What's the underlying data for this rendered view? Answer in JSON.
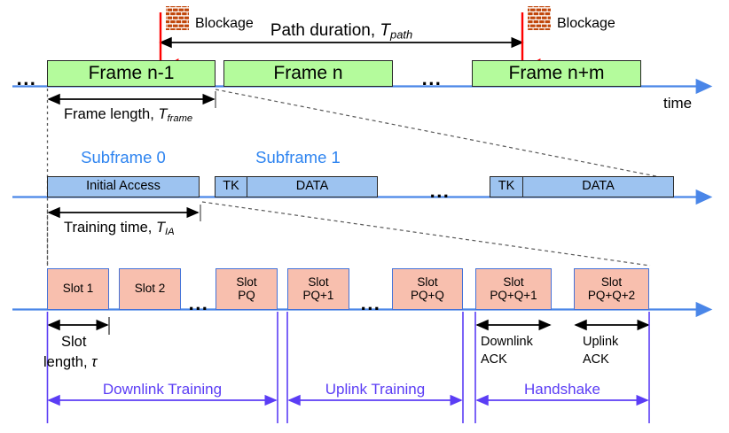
{
  "figure": {
    "title": "Frame / subframe / slot timing structure with blockage events",
    "colors": {
      "frame_fill": "#b4fb9c",
      "frame_border": "#262626",
      "subframe_fill": "#9dc3f0",
      "slot_fill": "#f8bfae",
      "slot_border": "#4472d8",
      "timeline_blue": "#4a86e8",
      "blockage_red": "#ff0000",
      "brick_orange": "#c1470b",
      "subframe_label_blue": "#2e84f0",
      "bracket_purple": "#5b3df5"
    }
  },
  "top_row": {
    "ellipsis_left": "...",
    "ellipsis_mid": "...",
    "axis_label": "time",
    "blockage_label_left": "Blockage",
    "blockage_label_right": "Blockage",
    "path_duration_label": "Path duration, ",
    "path_duration_symbol": "T",
    "path_duration_subscript": "path",
    "frame_length_label": "Frame length, ",
    "frame_length_symbol": "T",
    "frame_length_subscript": "frame",
    "frames": [
      {
        "label": "Frame n-1"
      },
      {
        "label": "Frame n"
      },
      {
        "label": "Frame n+m"
      }
    ]
  },
  "middle_row": {
    "subframe_labels": [
      {
        "label": "Subframe 0"
      },
      {
        "label": "Subframe 1"
      }
    ],
    "ellipsis_mid": "...",
    "boxes": [
      {
        "label": "Initial Access"
      },
      {
        "label": "TK"
      },
      {
        "label": "DATA"
      },
      {
        "label": "TK"
      },
      {
        "label": "DATA"
      }
    ],
    "training_time_label": "Training time, ",
    "training_time_symbol": "T",
    "training_time_subscript": "IA"
  },
  "bottom_row": {
    "ellipsis_1": "...",
    "ellipsis_2": "...",
    "ellipsis_3": "...",
    "slots": [
      {
        "line1": "Slot 1",
        "line2": ""
      },
      {
        "line1": "Slot 2",
        "line2": ""
      },
      {
        "line1": "Slot",
        "line2": "PQ"
      },
      {
        "line1": "Slot",
        "line2": "PQ+1"
      },
      {
        "line1": "Slot",
        "line2": "PQ+Q"
      },
      {
        "line1": "Slot",
        "line2": "PQ+Q+1"
      },
      {
        "line1": "Slot",
        "line2": "PQ+Q+2"
      }
    ],
    "slot_length_line1": "Slot",
    "slot_length_line2": "length, ",
    "slot_length_symbol": "τ",
    "downlink_ack_line1": "Downlink",
    "downlink_ack_line2": "ACK",
    "uplink_ack_line1": "Uplink",
    "uplink_ack_line2": "ACK",
    "phases": [
      {
        "label": "Downlink Training"
      },
      {
        "label": "Uplink Training"
      },
      {
        "label": "Handshake"
      }
    ]
  }
}
